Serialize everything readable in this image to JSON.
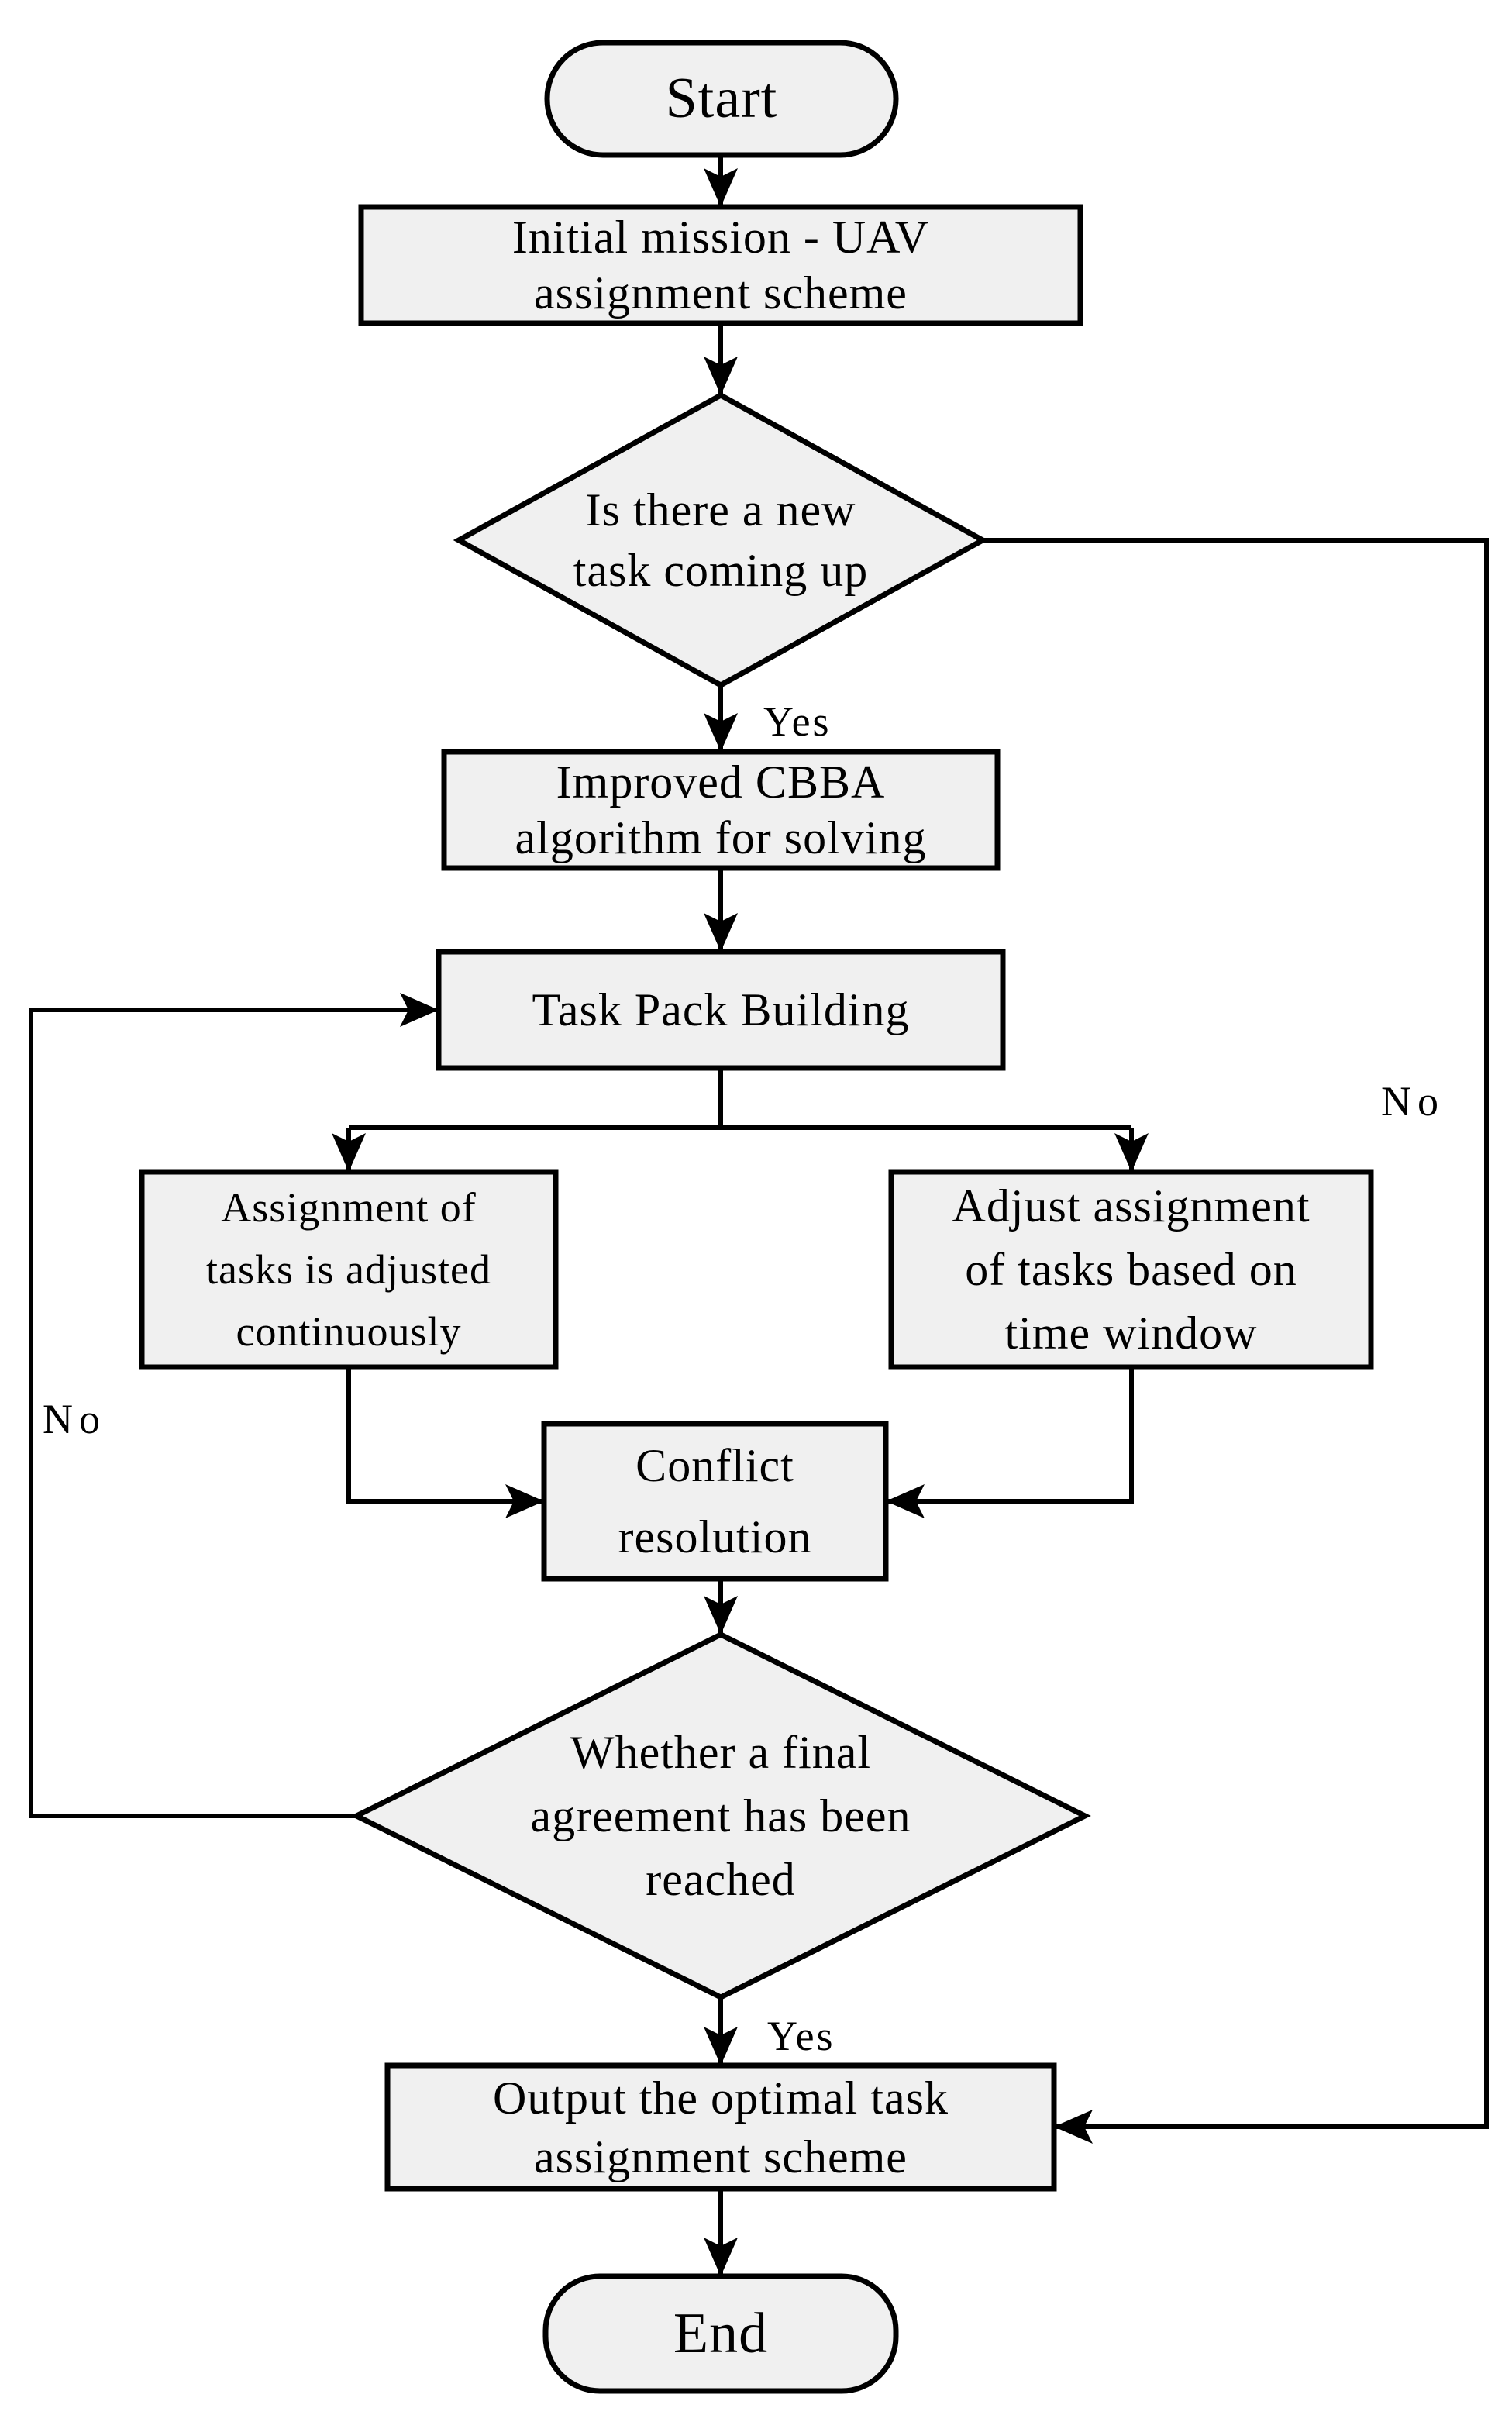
{
  "flowchart": {
    "type": "flowchart",
    "colors": {
      "node_fill": "#f0f0f0",
      "node_stroke": "#000000",
      "background": "#ffffff",
      "text": "#000000"
    },
    "nodes": {
      "start": {
        "label": "Start"
      },
      "initial_mission": {
        "lines": [
          "Initial mission - UAV",
          "assignment scheme"
        ]
      },
      "new_task_decision": {
        "lines": [
          "Is there a new",
          "task coming up"
        ]
      },
      "improved_cbba": {
        "lines": [
          "Improved CBBA",
          "algorithm for solving"
        ]
      },
      "task_pack_building": {
        "label": "Task Pack Building"
      },
      "assignment_adjusted": {
        "lines": [
          "Assignment of",
          "tasks is adjusted",
          "continuously"
        ]
      },
      "adjust_time_window": {
        "lines": [
          "Adjust assignment",
          "of tasks based on",
          "time window"
        ]
      },
      "conflict_resolution": {
        "lines": [
          "Conflict",
          "resolution"
        ]
      },
      "agreement_decision": {
        "lines": [
          "Whether a final",
          "agreement has been",
          "reached"
        ]
      },
      "output_scheme": {
        "lines": [
          "Output the optimal task",
          "assignment scheme"
        ]
      },
      "end": {
        "label": "End"
      }
    },
    "edge_labels": {
      "new_task_yes": "Yes",
      "new_task_no": "No",
      "agreement_yes": "Yes",
      "agreement_no": "No"
    }
  }
}
